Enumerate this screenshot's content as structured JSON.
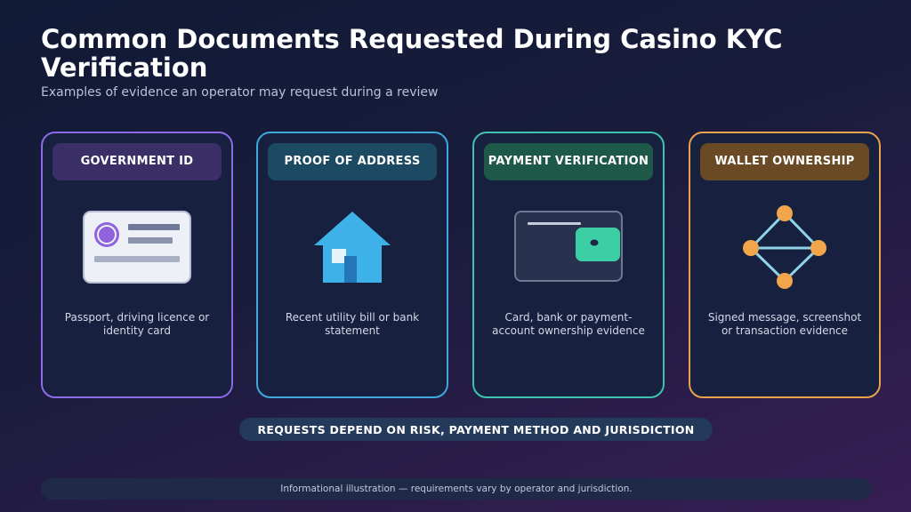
{
  "header": {
    "title": "Common Documents Requested During Casino KYC Verification",
    "subtitle": "Examples of evidence an operator may request during a review"
  },
  "cards": [
    {
      "label": "GOVERNMENT ID",
      "description": "Passport, driving licence or identity card",
      "icon": "id-card-icon",
      "border_color": "#8d6be8",
      "badge_color": "#3a2f66"
    },
    {
      "label": "PROOF OF ADDRESS",
      "description": "Recent utility bill or bank statement",
      "icon": "house-icon",
      "border_color": "#3fa9de",
      "badge_color": "#1d4a63"
    },
    {
      "label": "PAYMENT VERIFICATION",
      "description": "Card, bank or payment-account ownership evidence",
      "icon": "card-wallet-icon",
      "border_color": "#3cc4b0",
      "badge_color": "#1d5848"
    },
    {
      "label": "WALLET OWNERSHIP",
      "description": "Signed message, screenshot or transaction evidence",
      "icon": "network-nodes-icon",
      "border_color": "#e9a24c",
      "badge_color": "#6a4a25"
    }
  ],
  "callout": "REQUESTS DEPEND ON RISK, PAYMENT METHOD AND JURISDICTION",
  "footer": "Informational illustration — requirements vary by operator and jurisdiction."
}
